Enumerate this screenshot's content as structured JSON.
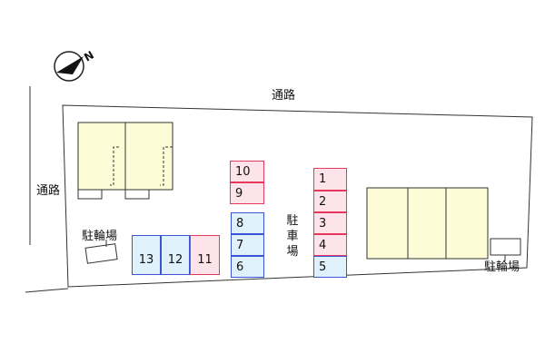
{
  "labels": {
    "road_top": "通路",
    "road_left": "通路",
    "parking": [
      "駐",
      "車",
      "場"
    ],
    "bike_left": "駐輪場",
    "bike_right": "駐輪場"
  },
  "compass": {
    "north_letter": "N"
  },
  "colors": {
    "building": "#fefcd6",
    "pink_slot_fill": "#fde3ea",
    "pink_slot_border": "#e8385c",
    "blue_slot_fill": "#dff1fb",
    "blue_slot_border": "#3a55d6"
  },
  "parking_slots": {
    "right_column": [
      {
        "label": "1",
        "color": "pink"
      },
      {
        "label": "2",
        "color": "pink"
      },
      {
        "label": "3",
        "color": "pink"
      },
      {
        "label": "4",
        "color": "pink"
      },
      {
        "label": "5",
        "color": "blue"
      }
    ],
    "middle_pink": [
      {
        "label": "10",
        "color": "pink"
      },
      {
        "label": "9",
        "color": "pink"
      }
    ],
    "middle_blue": [
      {
        "label": "8",
        "color": "blue"
      },
      {
        "label": "7",
        "color": "blue"
      },
      {
        "label": "6",
        "color": "blue"
      }
    ],
    "bottom_row": [
      {
        "label": "13",
        "color": "blue"
      },
      {
        "label": "12",
        "color": "blue"
      },
      {
        "label": "11",
        "color": "pink"
      }
    ]
  }
}
